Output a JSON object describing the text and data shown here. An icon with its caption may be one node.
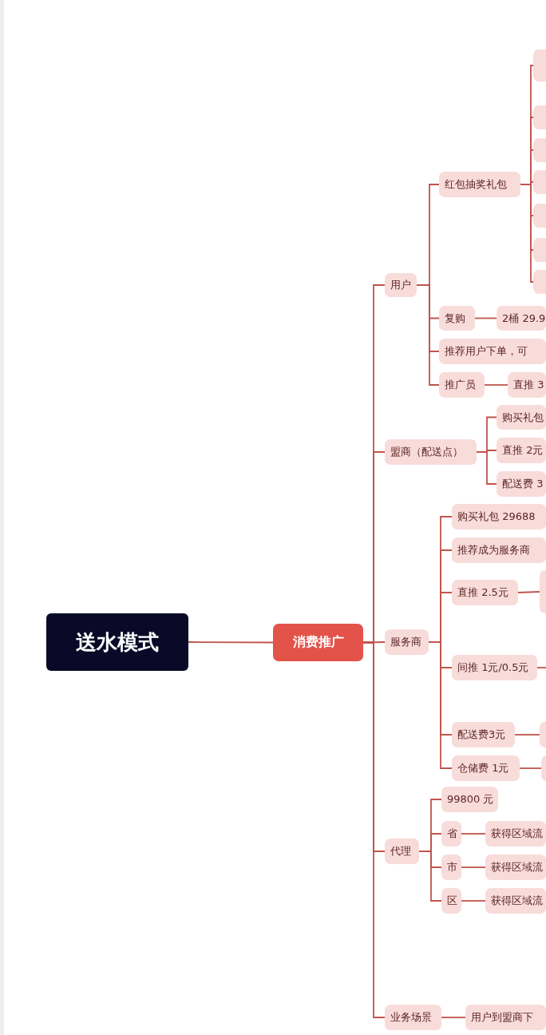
{
  "diagram": {
    "nodes": [
      {
        "text": [
          "送水模式"
        ]
      },
      {
        "text": [
          "消费推广"
        ]
      },
      {
        "text": [
          "用户"
        ]
      },
      {
        "text": [
          "红包抽奖礼包"
        ]
      },
      {
        "text": [],
        "shape": "box"
      },
      {
        "text": [],
        "shape": "box"
      },
      {
        "text": [],
        "shape": "box"
      },
      {
        "text": [],
        "shape": "box"
      },
      {
        "text": [],
        "shape": "box"
      },
      {
        "text": [],
        "shape": "box"
      },
      {
        "text": [],
        "shape": "box"
      },
      {
        "text": [
          "复购"
        ]
      },
      {
        "text": [
          "2桶 29.9"
        ]
      },
      {
        "text": [
          "推荐用户下单，可"
        ]
      },
      {
        "text": [
          "推广员"
        ]
      },
      {
        "text": [
          "直推 3"
        ]
      },
      {
        "text": [
          "盟商（配送点）"
        ]
      },
      {
        "text": [
          "购买礼包"
        ]
      },
      {
        "text": [
          "直推 2元"
        ]
      },
      {
        "text": [
          "配送费 3"
        ]
      },
      {
        "text": [
          "服务商"
        ]
      },
      {
        "text": [
          "购买礼包 29688"
        ]
      },
      {
        "text": [
          "推荐成为服务商"
        ]
      },
      {
        "text": [
          "直推 2.5元"
        ]
      },
      {
        "text": [],
        "shape": "box"
      },
      {
        "text": [
          "间推 1元/0.5元"
        ]
      },
      {
        "text": [
          "配送费3元"
        ]
      },
      {
        "text": [],
        "shape": "box"
      },
      {
        "text": [
          "仓储费 1元"
        ]
      },
      {
        "text": [],
        "shape": "box"
      },
      {
        "text": [
          "代理"
        ]
      },
      {
        "text": [
          "99800 元"
        ]
      },
      {
        "text": [
          "省"
        ]
      },
      {
        "text": [
          "获得区域流"
        ]
      },
      {
        "text": [
          "市"
        ]
      },
      {
        "text": [
          "获得区域流"
        ]
      },
      {
        "text": [
          "区"
        ]
      },
      {
        "text": [
          "获得区域流"
        ]
      },
      {
        "text": [
          "业务场景"
        ]
      },
      {
        "text": [
          "用户到盟商下"
        ]
      }
    ],
    "edges": [
      {
        "from": 0,
        "to": 1,
        "arrow": "none"
      },
      {
        "from": 1,
        "to": 2,
        "arrow": "none"
      },
      {
        "from": 1,
        "to": 16,
        "arrow": "none"
      },
      {
        "from": 1,
        "to": 20,
        "arrow": "none"
      },
      {
        "from": 1,
        "to": 30,
        "arrow": "none"
      },
      {
        "from": 1,
        "to": 38,
        "arrow": "none"
      },
      {
        "from": 2,
        "to": 3,
        "arrow": "none"
      },
      {
        "from": 2,
        "to": 11,
        "arrow": "none"
      },
      {
        "from": 2,
        "to": 13,
        "arrow": "none"
      },
      {
        "from": 2,
        "to": 14,
        "arrow": "none"
      },
      {
        "from": 3,
        "to": 4,
        "arrow": "none"
      },
      {
        "from": 3,
        "to": 5,
        "arrow": "none"
      },
      {
        "from": 3,
        "to": 6,
        "arrow": "none"
      },
      {
        "from": 3,
        "to": 7,
        "arrow": "none"
      },
      {
        "from": 3,
        "to": 8,
        "arrow": "none"
      },
      {
        "from": 3,
        "to": 9,
        "arrow": "none"
      },
      {
        "from": 3,
        "to": 10,
        "arrow": "none"
      },
      {
        "from": 11,
        "to": 12,
        "arrow": "none"
      },
      {
        "from": 14,
        "to": 15,
        "arrow": "none"
      },
      {
        "from": 16,
        "to": 17,
        "arrow": "none"
      },
      {
        "from": 16,
        "to": 18,
        "arrow": "none"
      },
      {
        "from": 16,
        "to": 19,
        "arrow": "none"
      },
      {
        "from": 20,
        "to": 21,
        "arrow": "none"
      },
      {
        "from": 20,
        "to": 22,
        "arrow": "none"
      },
      {
        "from": 20,
        "to": 23,
        "arrow": "none"
      },
      {
        "from": 20,
        "to": 25,
        "arrow": "none"
      },
      {
        "from": 20,
        "to": 26,
        "arrow": "none"
      },
      {
        "from": 20,
        "to": 28,
        "arrow": "none"
      },
      {
        "from": 23,
        "to": 24,
        "arrow": "none"
      },
      {
        "from": 25,
        "to": null,
        "arrow": "none"
      },
      {
        "from": 26,
        "to": 27,
        "arrow": "none"
      },
      {
        "from": 28,
        "to": 29,
        "arrow": "none"
      },
      {
        "from": 30,
        "to": 31,
        "arrow": "none"
      },
      {
        "from": 30,
        "to": 32,
        "arrow": "none"
      },
      {
        "from": 30,
        "to": 34,
        "arrow": "none"
      },
      {
        "from": 30,
        "to": 36,
        "arrow": "none"
      },
      {
        "from": 32,
        "to": 33,
        "arrow": "none"
      },
      {
        "from": 34,
        "to": 35,
        "arrow": "none"
      },
      {
        "from": 36,
        "to": 37,
        "arrow": "none"
      },
      {
        "from": 38,
        "to": 39,
        "arrow": "none"
      }
    ]
  }
}
